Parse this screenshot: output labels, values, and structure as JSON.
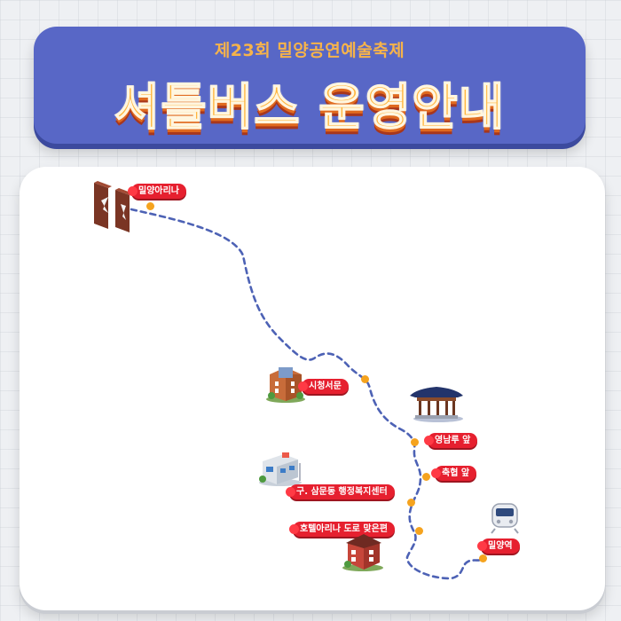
{
  "header": {
    "subtitle": "제23회 밀양공연예술축제",
    "title": "셔틀버스 운영안내"
  },
  "map": {
    "route_color": "#4d62b5",
    "label_color": "#e6202f",
    "stop_dot_color": "#f5a31e",
    "stops": [
      {
        "name": "밀양아리나",
        "icon": "gate-doors-icon"
      },
      {
        "name": "시청서문",
        "icon": "city-hall-building-icon"
      },
      {
        "name": "영남루 앞",
        "icon": "traditional-pavilion-icon"
      },
      {
        "name": "축협 앞",
        "icon": null
      },
      {
        "name": "구. 삼문동 행정복지센터",
        "icon": "community-center-building-icon"
      },
      {
        "name": "호텔아리나 도로 맞은편",
        "icon": "hotel-building-icon"
      },
      {
        "name": "밀양역",
        "icon": "train-icon"
      }
    ]
  }
}
